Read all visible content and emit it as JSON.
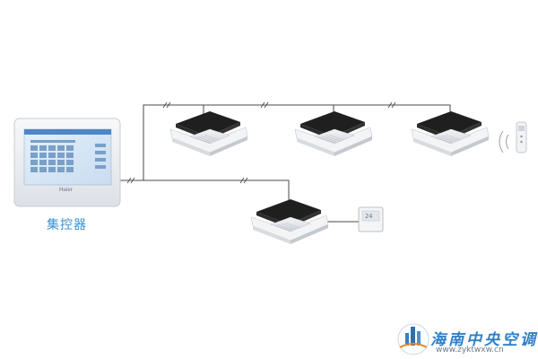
{
  "controller": {
    "label": "集控器",
    "brand": "Haier"
  },
  "thermostat": {
    "display": "24"
  },
  "watermark": {
    "name": "海南中央空调",
    "url": "www.zyktwxw.cn"
  },
  "colors": {
    "line": "#4a4a4a",
    "accent": "#3a8fd0",
    "panel": "#eef1f5",
    "unit_dark": "#222222"
  }
}
